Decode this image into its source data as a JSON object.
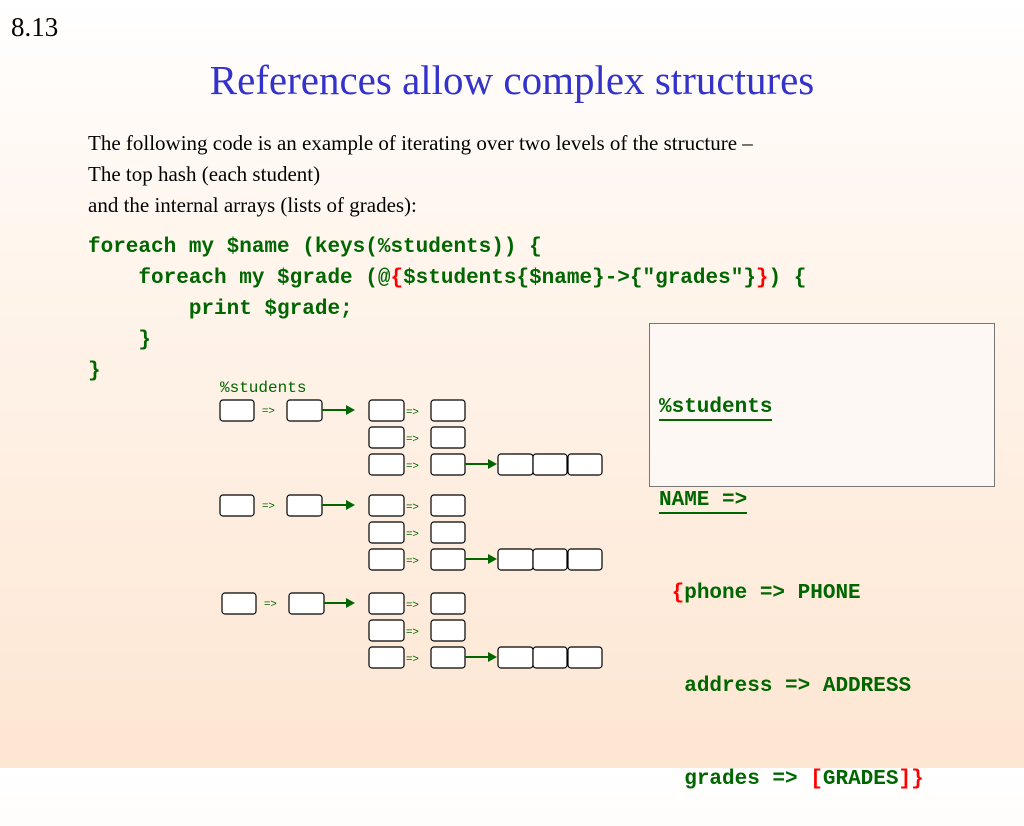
{
  "slide_number": "8.13",
  "title": "References allow complex structures",
  "intro": [
    "The following code is an example of iterating over two levels of the structure –",
    "The top hash (each student)",
    "and the internal arrays (lists of grades):"
  ],
  "code": {
    "line1": "foreach my $name (keys(%students)) {",
    "line2_a": "    foreach my $grade (@",
    "line2_b": "{",
    "line2_c": "$students{$name}->{\"grades\"}",
    "line2_d": "}",
    "line2_e": ") {",
    "line3": "        print $grade;",
    "line4": "    }",
    "line5": "}"
  },
  "struct": {
    "title": "%students",
    "line2": "NAME =>",
    "open_brace": "{",
    "phone": "phone => PHONE",
    "address": "address => ADDRESS",
    "grades_a": "grades => ",
    "grades_open": "[",
    "grades_name": "GRADES",
    "grades_close": "]",
    "close_brace": "}"
  },
  "diagram": {
    "label": "%students",
    "arrow_label": "=>",
    "colors": {
      "green": "#006600",
      "box_stroke": "#000000"
    }
  }
}
